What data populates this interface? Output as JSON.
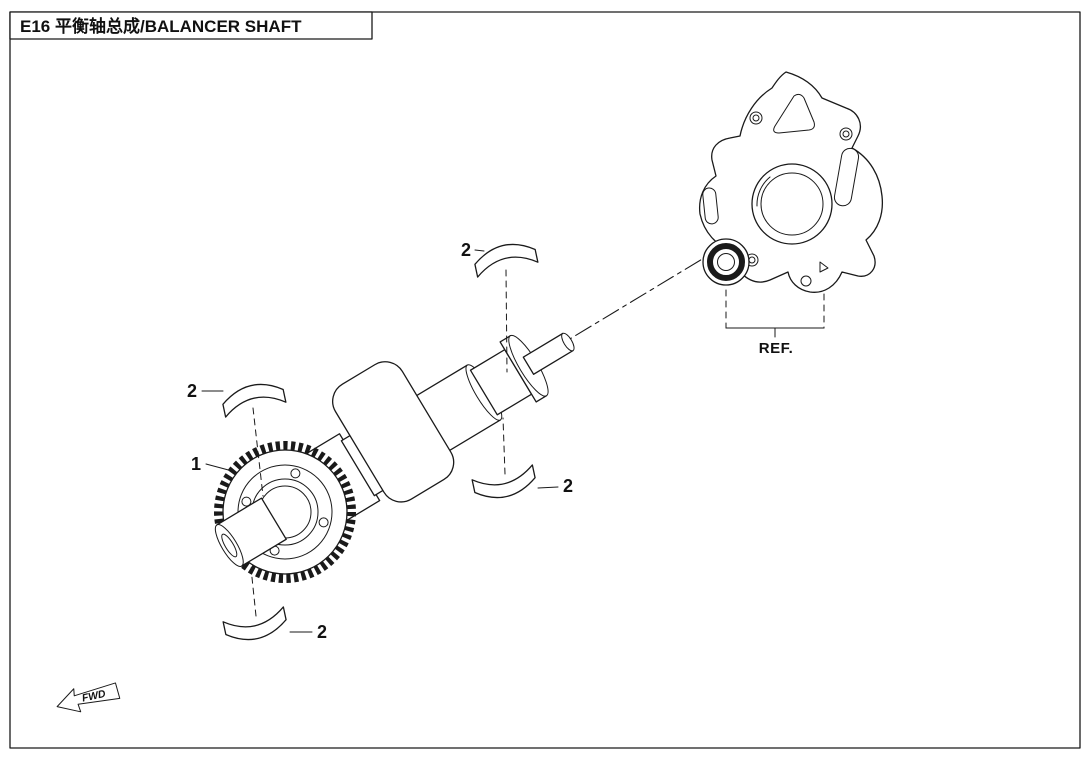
{
  "drawing": {
    "title": "E16 平衡轴总成/BALANCER SHAFT"
  },
  "callouts": {
    "part1": "1",
    "part2_top": "2",
    "part2_left": "2",
    "part2_right": "2",
    "part2_bottom": "2",
    "ref": "REF.",
    "fwd": "FWD"
  },
  "colors": {
    "line": "#1a1a1a",
    "background": "#ffffff"
  }
}
